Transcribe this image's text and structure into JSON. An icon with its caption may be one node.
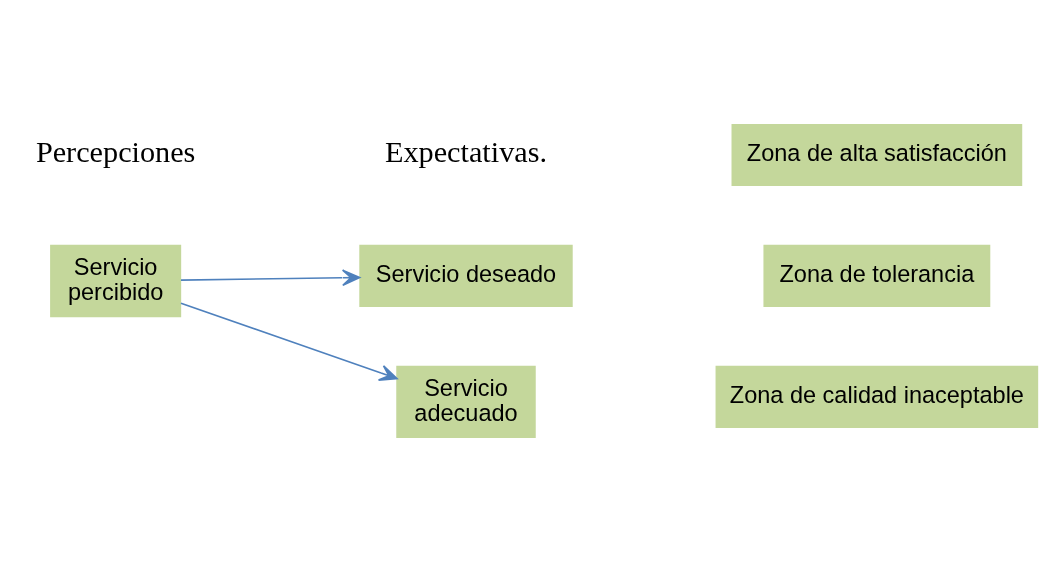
{
  "diagram": {
    "nodes": [
      {
        "text": [
          "Servicio percibido"
        ]
      },
      {
        "text": [
          "Servicio deseado"
        ]
      },
      {
        "text": [
          "Servicio adecuado"
        ]
      },
      {
        "text": [
          "Zona de alta satisfacción"
        ]
      },
      {
        "text": [
          "Zona de tolerancia"
        ]
      },
      {
        "text": [
          "Zona de calidad inaceptable"
        ]
      }
    ],
    "edges": [
      {
        "from": 0,
        "to": 1,
        "arrow": "to"
      },
      {
        "from": 0,
        "to": 2,
        "arrow": "to"
      }
    ],
    "labels": [
      "Percepciones",
      "Expectativas."
    ]
  }
}
